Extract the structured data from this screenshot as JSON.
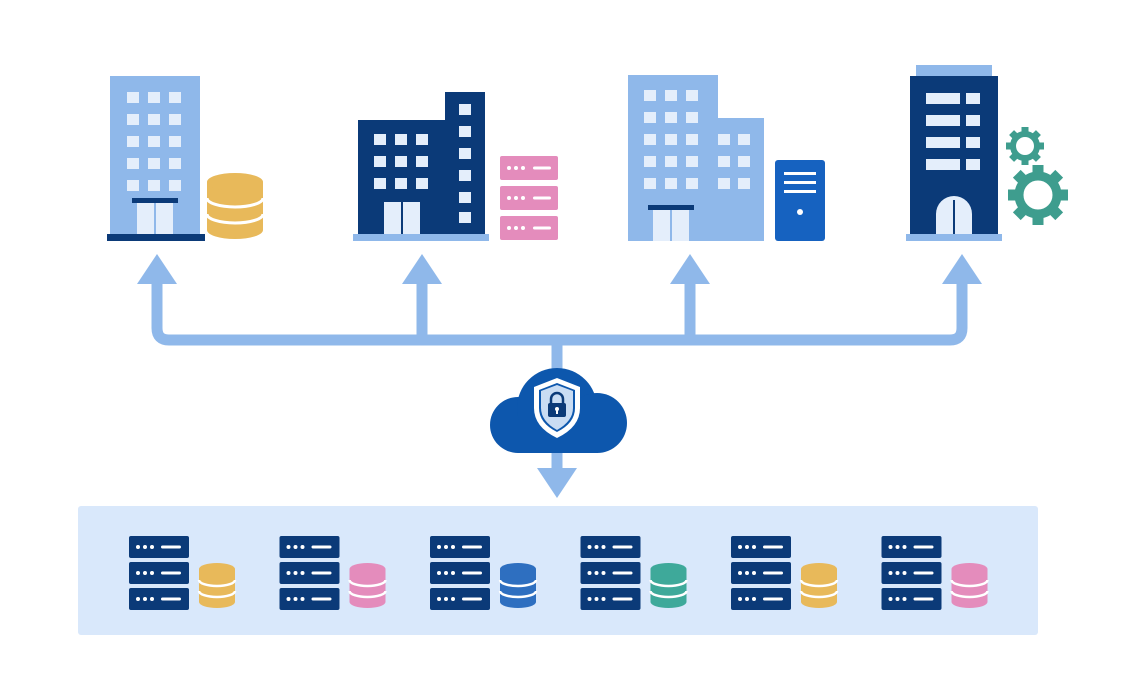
{
  "colors": {
    "arrow": "#8fb8ea",
    "light_building": "#8fb8ea",
    "dark_building": "#0b3a78",
    "window_light": "#e4eefb",
    "panel_bg": "#d9e8fb",
    "cloud": "#0d57ad",
    "gold": "#e8b95a",
    "pink": "#e48cbc",
    "blue": "#2e6fc0",
    "teal": "#3ea99a",
    "gear": "#3e9d8e",
    "server_unit": "#0b3a78",
    "tower": "#1662c0"
  },
  "icons": {
    "building_1": "office-building-icon",
    "storage_1": "database-icon",
    "building_2": "office-building-icon",
    "storage_2": "server-rack-icon",
    "building_3": "office-building-icon",
    "storage_3": "server-tower-icon",
    "building_4": "office-building-icon",
    "accessory_4": "gear-icon",
    "center": "secure-cloud-icon",
    "datacenter_unit": "server-rack-icon"
  },
  "datacenter": {
    "database_colors": [
      "gold",
      "pink",
      "blue",
      "teal",
      "gold",
      "pink"
    ]
  }
}
